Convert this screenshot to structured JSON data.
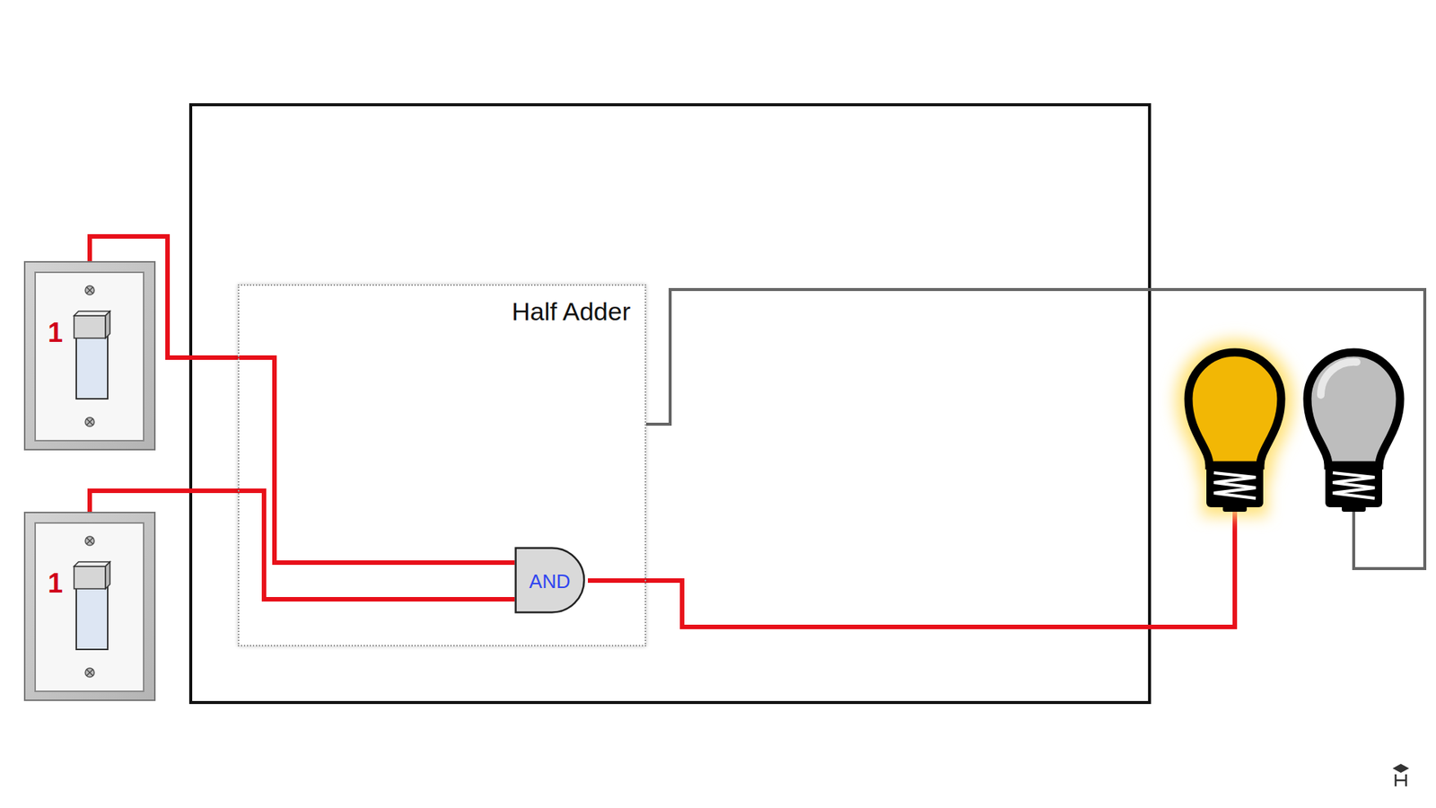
{
  "diagram": {
    "nodes": [
      {
        "text": [
          "1"
        ]
      },
      {
        "text": [
          "1"
        ]
      },
      {
        "text": [
          "Half Adder"
        ]
      },
      {
        "text": [
          "AND"
        ],
        "in": 2
      }
    ],
    "edges": [
      {
        "from": 0,
        "to": 3,
        "arrow": "none"
      },
      {
        "from": 1,
        "to": 3,
        "arrow": "none"
      }
    ]
  }
}
